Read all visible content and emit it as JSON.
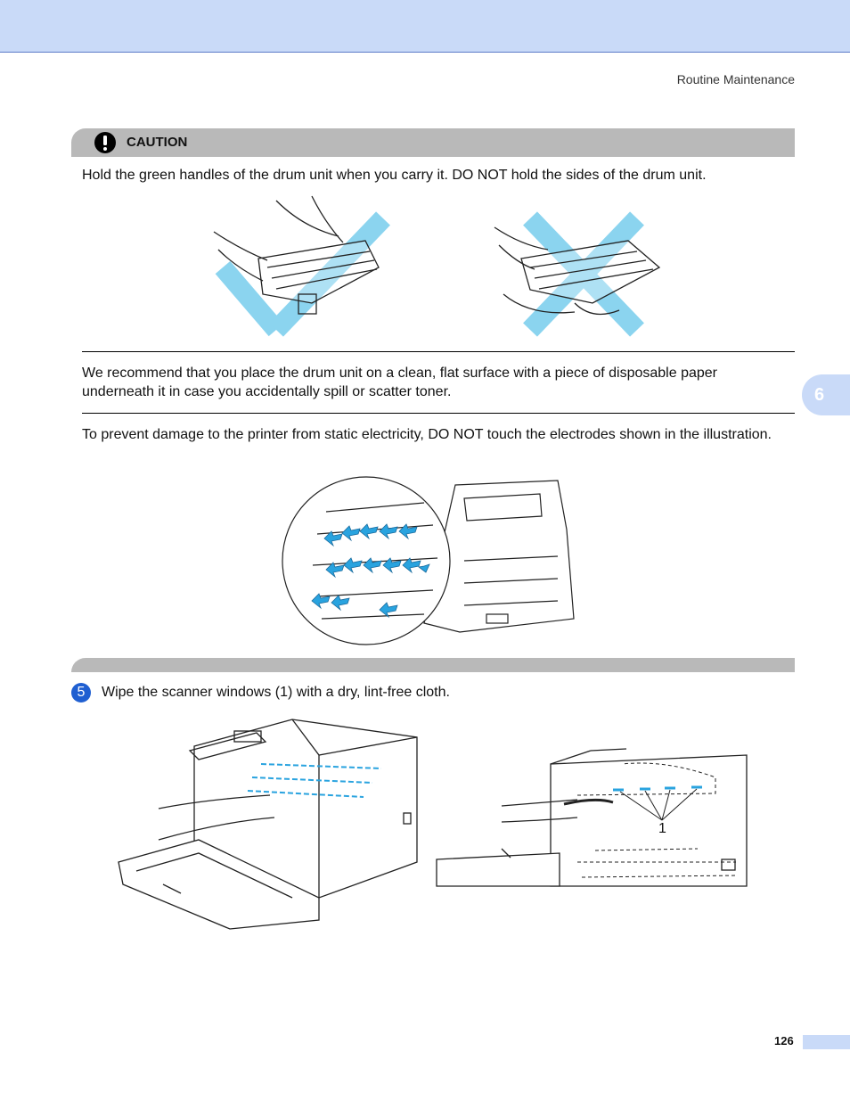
{
  "header": {
    "running_title": "Routine Maintenance"
  },
  "caution": {
    "label": "CAUTION",
    "icon": "exclamation-icon"
  },
  "paragraphs": {
    "handles": "Hold the green handles of the drum unit when you carry it. DO NOT hold the sides of the drum unit.",
    "surface": "We recommend that you place the drum unit on a clean, flat surface with a piece of disposable paper underneath it in case you accidentally spill or scatter toner.",
    "static": "To prevent damage to the printer from static electricity, DO NOT touch the electrodes shown in the illustration."
  },
  "chapter_tab": "6",
  "step": {
    "number": "5",
    "text": "Wipe the scanner windows (1) with a dry, lint-free cloth."
  },
  "figure_callout": "1",
  "page_number": "126",
  "colors": {
    "accent_blue": "#1f5fd1",
    "band_blue": "#c9daf8",
    "mark_blue": "#7fd0ee",
    "caution_gray": "#b9b9b9"
  }
}
